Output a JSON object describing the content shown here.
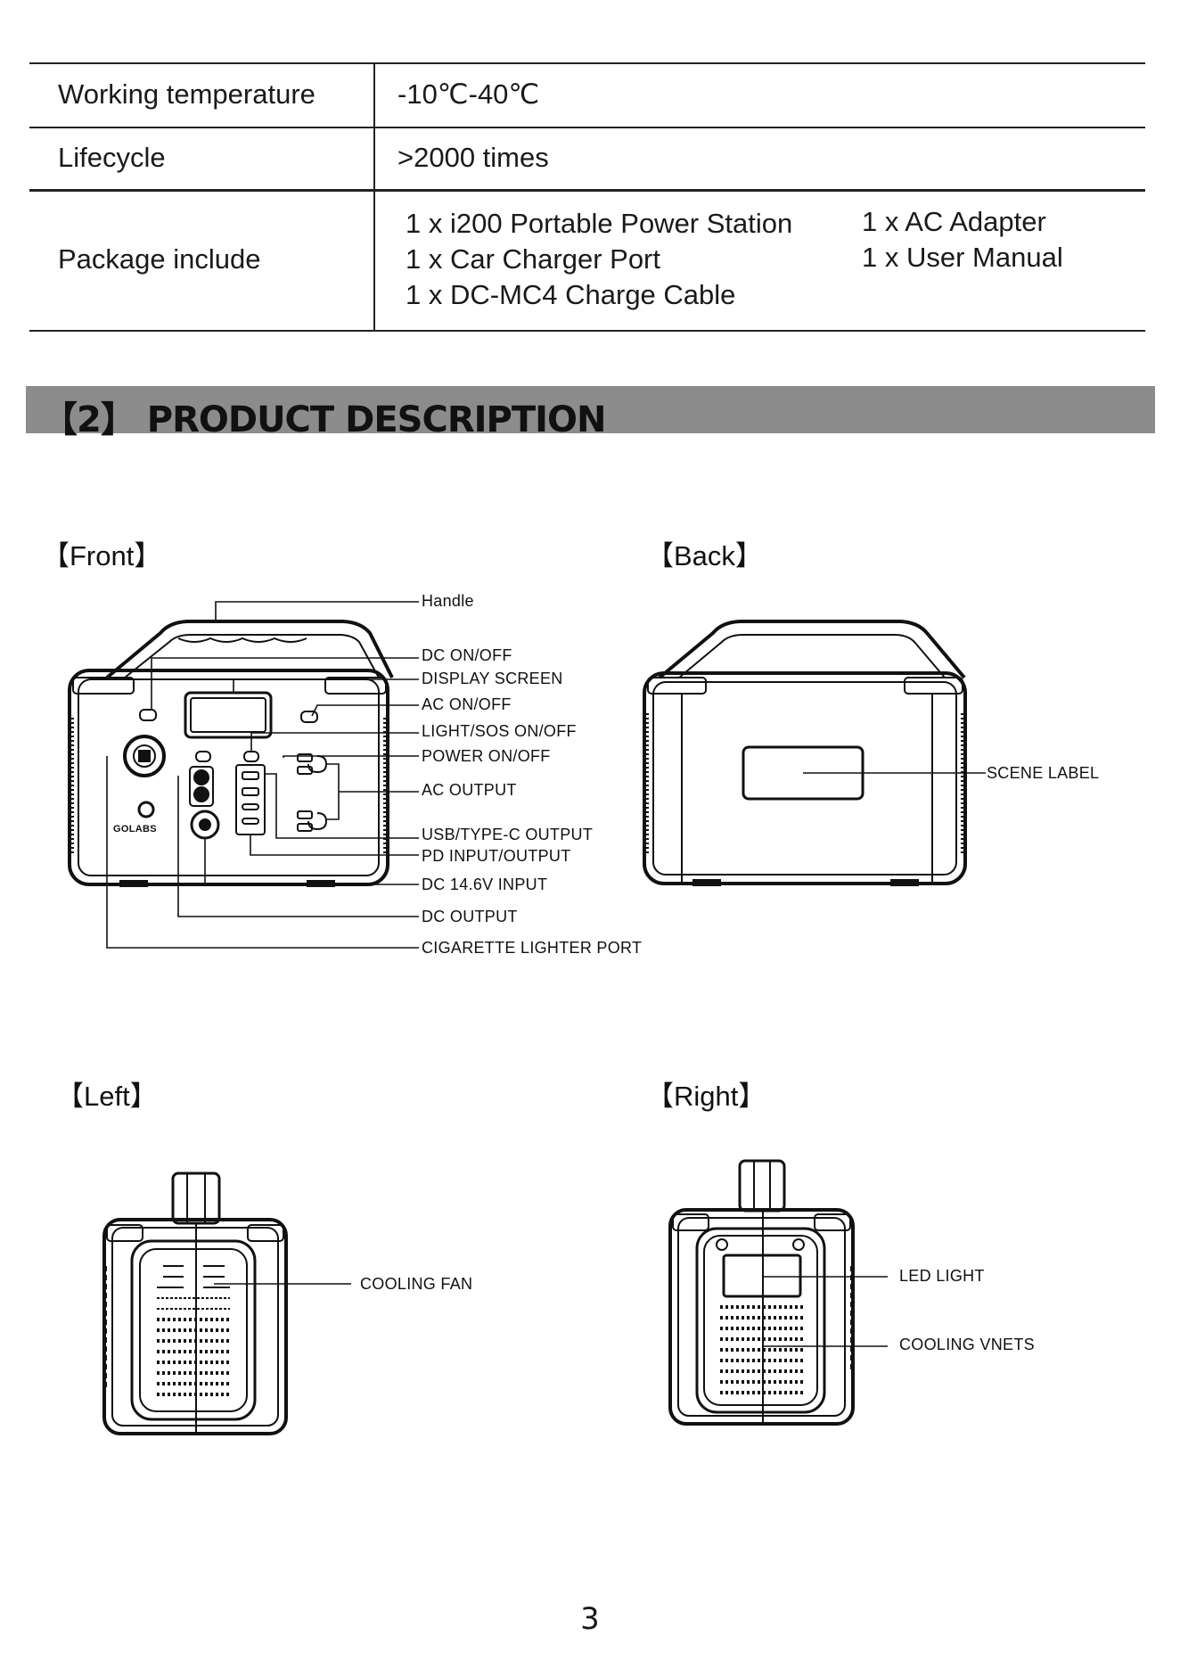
{
  "specs": {
    "rows": [
      {
        "label": "Working temperature",
        "value": "-10℃-40℃"
      },
      {
        "label": "Lifecycle",
        "value": ">2000 times"
      }
    ],
    "package": {
      "label": "Package include",
      "col1": [
        "1 x i200 Portable Power Station",
        "1 x Car Charger Port",
        "1 x DC-MC4 Charge Cable"
      ],
      "col2": [
        "1 x AC Adapter",
        "1 x User Manual"
      ]
    }
  },
  "section": {
    "title": "【2】 PRODUCT DESCRIPTION"
  },
  "views": {
    "front": "【Front】",
    "back": "【Back】",
    "left": "【Left】",
    "right": "【Right】"
  },
  "front_callouts": {
    "handle": "Handle",
    "dc_onoff": "DC ON/OFF",
    "display": "DISPLAY SCREEN",
    "ac_onoff": "AC ON/OFF",
    "light_sos": "LIGHT/SOS ON/OFF",
    "power": "POWER ON/OFF",
    "ac_output": "AC OUTPUT",
    "usb_typec": "USB/TYPE-C  OUTPUT",
    "pd": "PD INPUT/OUTPUT",
    "dc_input": "DC 14.6V INPUT",
    "dc_output": "DC OUTPUT",
    "cig": "CIGARETTE LIGHTER PORT"
  },
  "brand": "GOLABS",
  "back_callouts": {
    "scene_label": "SCENE LABEL"
  },
  "left_callouts": {
    "cooling_fan": "COOLING FAN"
  },
  "right_callouts": {
    "led_light": "LED LIGHT",
    "cooling_vents": "COOLING VNETS"
  },
  "page_number": "3"
}
